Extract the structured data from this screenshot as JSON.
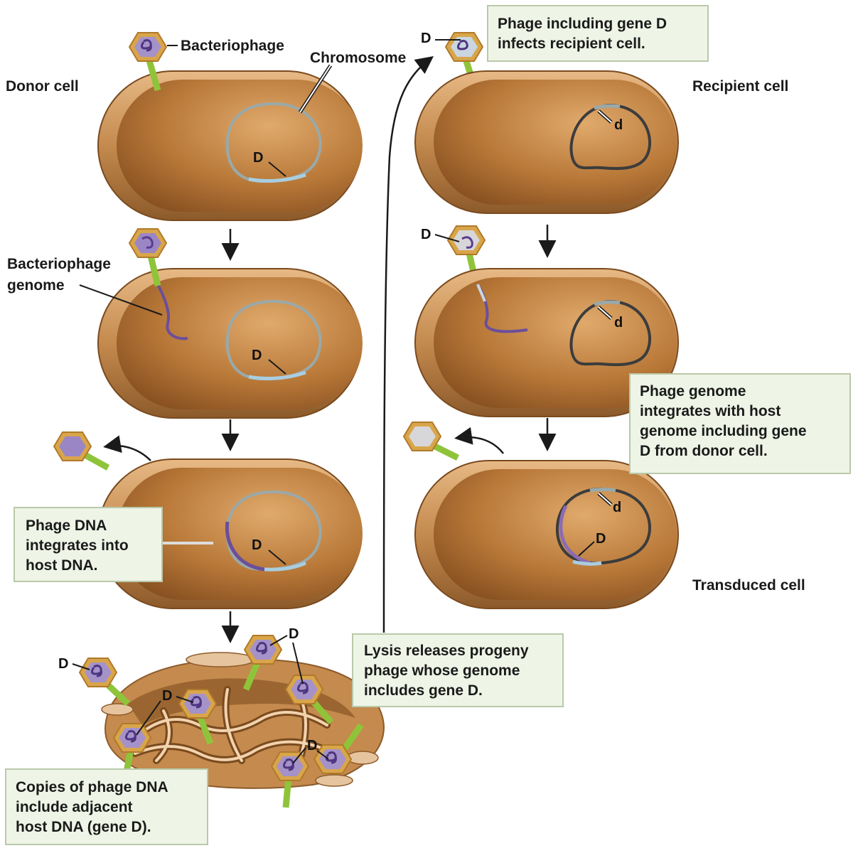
{
  "labels": {
    "donor_cell": "Donor cell",
    "recipient_cell": "Recipient cell",
    "transduced_cell": "Transduced cell",
    "bacteriophage": "Bacteriophage",
    "chromosome": "Chromosome",
    "bacteriophage_genome": [
      "Bacteriophage",
      "genome"
    ]
  },
  "genes": {
    "donor": "D",
    "recipient": "d"
  },
  "callouts": {
    "infects": [
      "Phage including gene D",
      "infects recipient cell."
    ],
    "integrates_donor": [
      "Phage DNA",
      "integrates into",
      "host DNA."
    ],
    "integrates_recipient": [
      "Phage genome",
      "integrates with host",
      "genome including gene",
      "D from donor cell."
    ],
    "lysis": [
      "Lysis releases progeny",
      "phage whose genome",
      "includes gene D."
    ],
    "copies": [
      "Copies of phage DNA",
      "include adjacent",
      "host DNA (gene D)."
    ]
  },
  "colors": {
    "cell_body": "#c48a4e",
    "phage_head": "#d9a54a",
    "phage_dna": "#6b4f9a",
    "phage_tail": "#8fc43a",
    "gene_D_segment": "#a9cde0",
    "recipient_chromosome": "#3c3c3c",
    "callout_fill": "#eef4e6"
  }
}
